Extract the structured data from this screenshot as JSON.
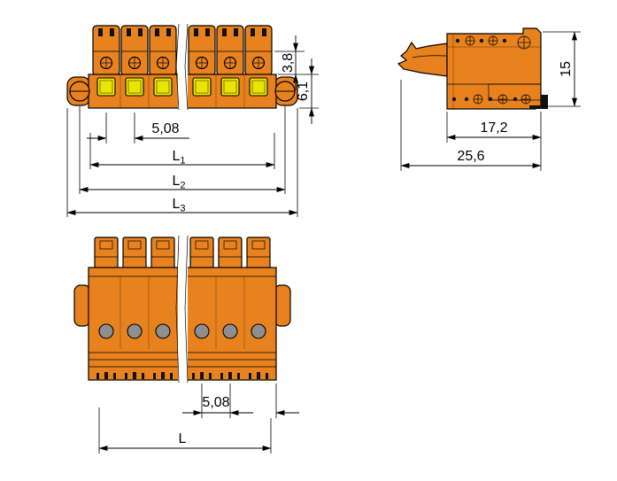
{
  "drawing": {
    "colors": {
      "body_orange": "#e8821e",
      "button_yellow": "#eae500",
      "hole_gray": "#8f8f8f",
      "background": "#ffffff"
    },
    "dimensions": {
      "front_view": {
        "clamp_zone_height": "3,8",
        "housing_height": "6,1",
        "pin_pitch": "5,08",
        "lengths": {
          "l1": {
            "base": "L",
            "sub": "1"
          },
          "l2": {
            "base": "L",
            "sub": "2"
          },
          "l3": {
            "base": "L",
            "sub": "3"
          }
        }
      },
      "side_view": {
        "height": "15",
        "depth_body": "17,2",
        "depth_total": "25,6"
      },
      "bottom_view": {
        "pin_pitch": "5,08",
        "length": "L"
      }
    }
  }
}
